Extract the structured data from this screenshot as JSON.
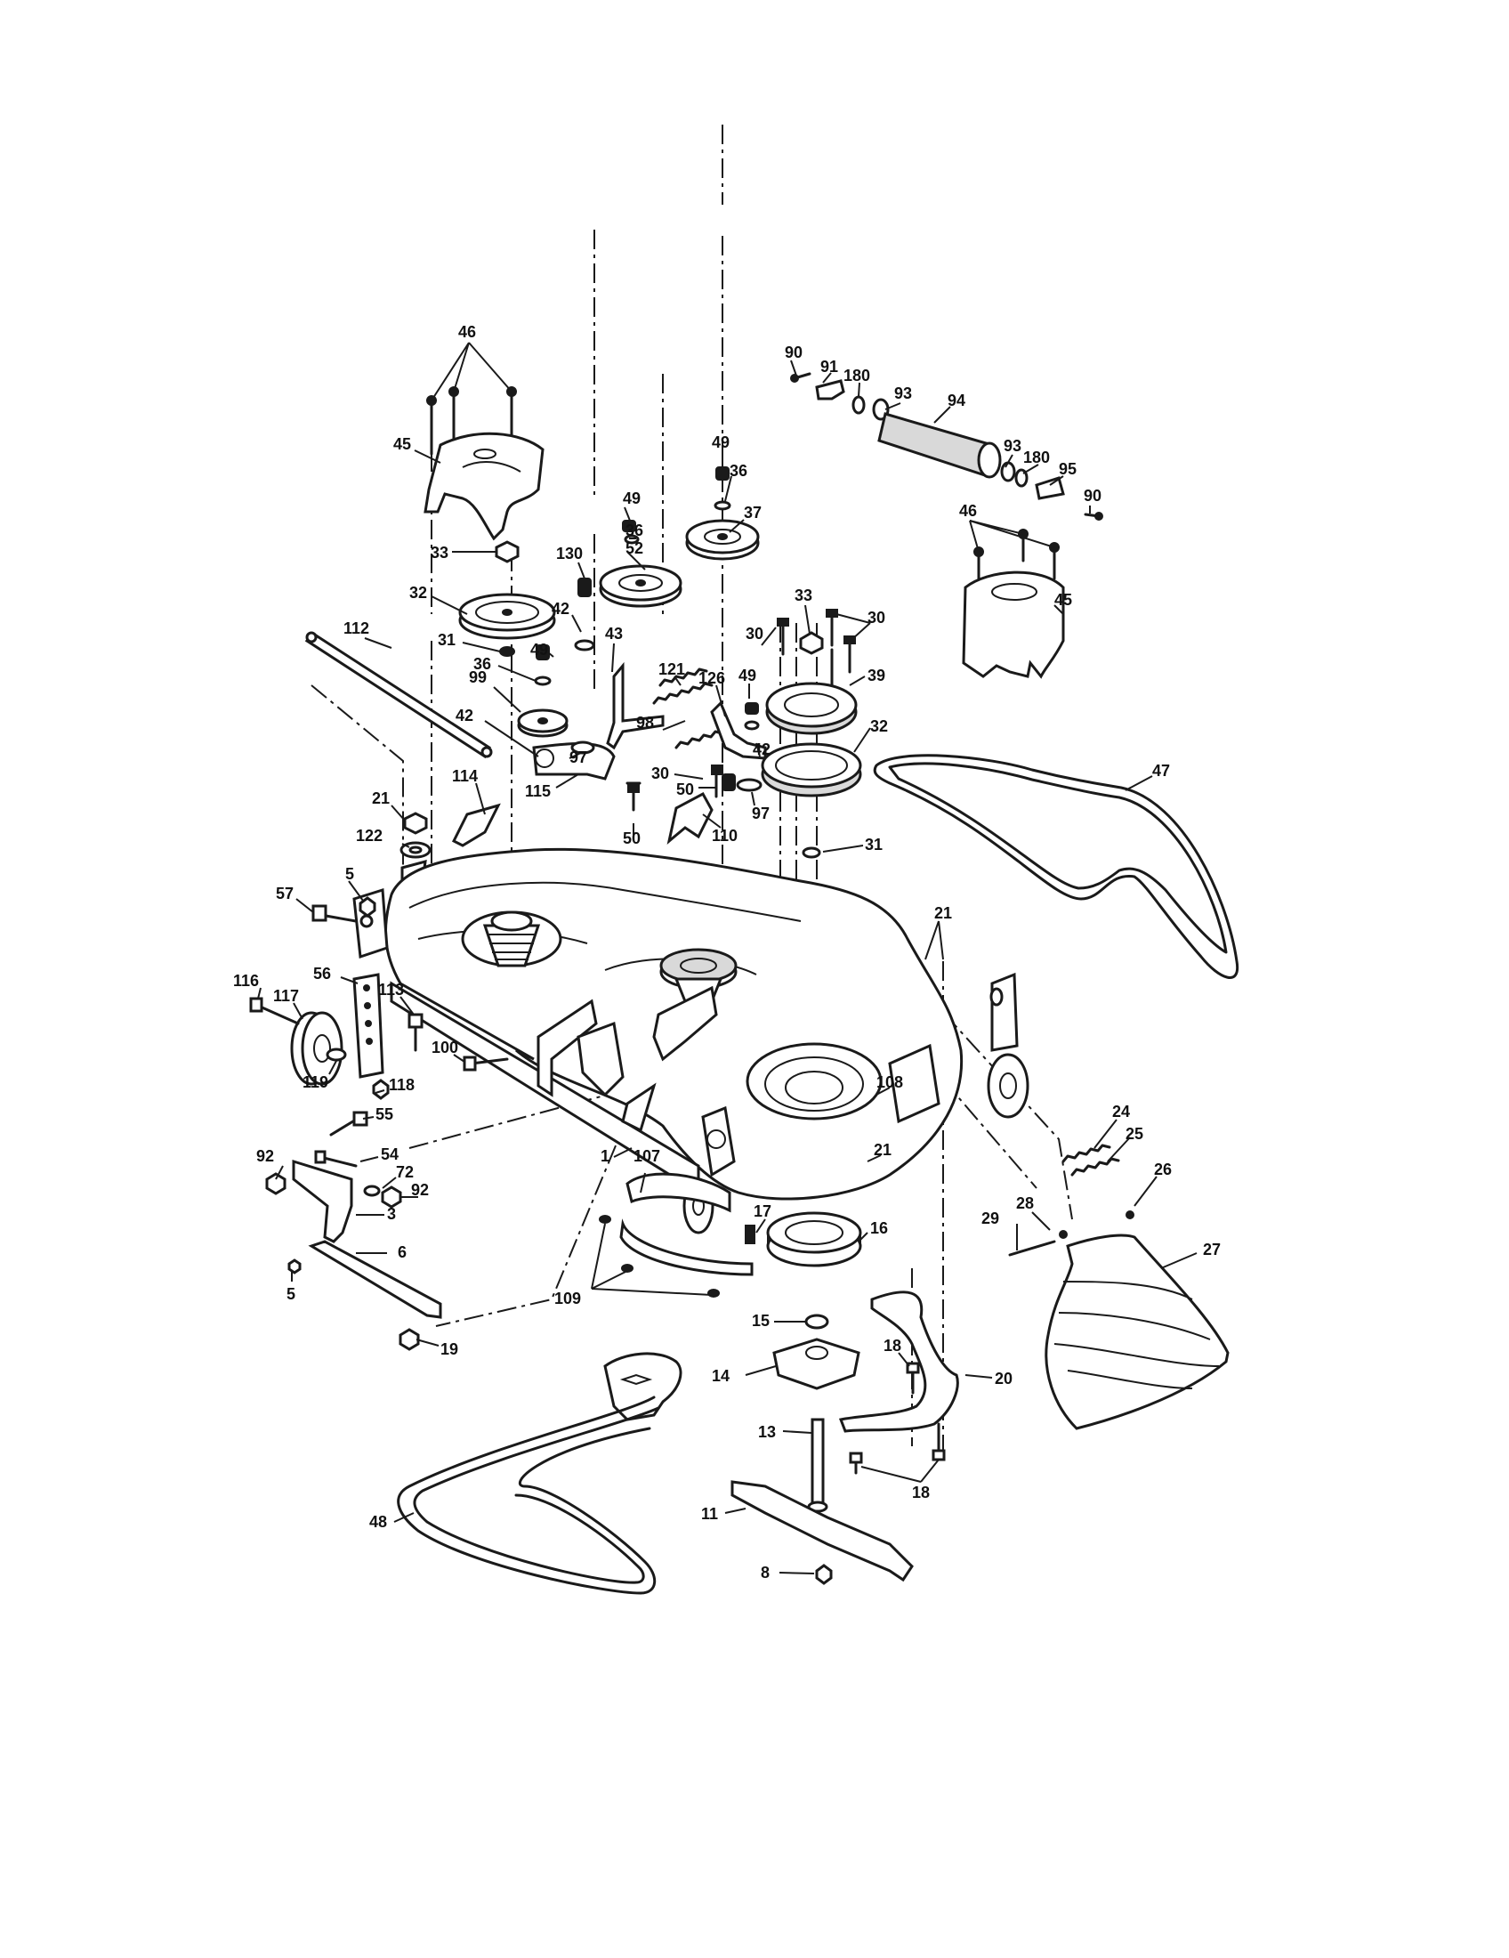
{
  "callouts": [
    {
      "id": "c46a",
      "text": "46"
    },
    {
      "id": "c45a",
      "text": "45"
    },
    {
      "id": "c33a",
      "text": "33"
    },
    {
      "id": "c32a",
      "text": "32"
    },
    {
      "id": "c31a",
      "text": "31"
    },
    {
      "id": "c36a",
      "text": "36"
    },
    {
      "id": "c49a",
      "text": "49"
    },
    {
      "id": "c99",
      "text": "99"
    },
    {
      "id": "c42a",
      "text": "42"
    },
    {
      "id": "c97a",
      "text": "97"
    },
    {
      "id": "c115",
      "text": "115"
    },
    {
      "id": "c112",
      "text": "112"
    },
    {
      "id": "c130",
      "text": "130"
    },
    {
      "id": "c42b",
      "text": "42"
    },
    {
      "id": "c43",
      "text": "43"
    },
    {
      "id": "c49b",
      "text": "49"
    },
    {
      "id": "c36b",
      "text": "36"
    },
    {
      "id": "c52",
      "text": "52"
    },
    {
      "id": "c49c",
      "text": "49"
    },
    {
      "id": "c36c",
      "text": "36"
    },
    {
      "id": "c37",
      "text": "37"
    },
    {
      "id": "c121",
      "text": "121"
    },
    {
      "id": "c98",
      "text": "98"
    },
    {
      "id": "c126",
      "text": "126"
    },
    {
      "id": "c49d",
      "text": "49"
    },
    {
      "id": "c42c",
      "text": "42"
    },
    {
      "id": "c50a",
      "text": "50"
    },
    {
      "id": "c50b",
      "text": "50"
    },
    {
      "id": "c30a",
      "text": "30"
    },
    {
      "id": "c97b",
      "text": "97"
    },
    {
      "id": "c110",
      "text": "110"
    },
    {
      "id": "c30b",
      "text": "30"
    },
    {
      "id": "c33b",
      "text": "33"
    },
    {
      "id": "c30c",
      "text": "30"
    },
    {
      "id": "c39",
      "text": "39"
    },
    {
      "id": "c32b",
      "text": "32"
    },
    {
      "id": "c31b",
      "text": "31"
    },
    {
      "id": "c90a",
      "text": "90"
    },
    {
      "id": "c91",
      "text": "91"
    },
    {
      "id": "c180a",
      "text": "180"
    },
    {
      "id": "c93a",
      "text": "93"
    },
    {
      "id": "c94",
      "text": "94"
    },
    {
      "id": "c93b",
      "text": "93"
    },
    {
      "id": "c180b",
      "text": "180"
    },
    {
      "id": "c95",
      "text": "95"
    },
    {
      "id": "c90b",
      "text": "90"
    },
    {
      "id": "c46b",
      "text": "46"
    },
    {
      "id": "c45b",
      "text": "45"
    },
    {
      "id": "c47",
      "text": "47"
    },
    {
      "id": "c114",
      "text": "114"
    },
    {
      "id": "c21a",
      "text": "21"
    },
    {
      "id": "c122",
      "text": "122"
    },
    {
      "id": "c5a",
      "text": "5"
    },
    {
      "id": "c57",
      "text": "57"
    },
    {
      "id": "c56",
      "text": "56"
    },
    {
      "id": "c116",
      "text": "116"
    },
    {
      "id": "c117",
      "text": "117"
    },
    {
      "id": "c113",
      "text": "113"
    },
    {
      "id": "c100",
      "text": "100"
    },
    {
      "id": "c119",
      "text": "119"
    },
    {
      "id": "c118",
      "text": "118"
    },
    {
      "id": "c21b",
      "text": "21"
    },
    {
      "id": "c108",
      "text": "108"
    },
    {
      "id": "c21c",
      "text": "21"
    },
    {
      "id": "c1",
      "text": "1"
    },
    {
      "id": "c107",
      "text": "107"
    },
    {
      "id": "c55",
      "text": "55"
    },
    {
      "id": "c92a",
      "text": "92"
    },
    {
      "id": "c54",
      "text": "54"
    },
    {
      "id": "c72",
      "text": "72"
    },
    {
      "id": "c92b",
      "text": "92"
    },
    {
      "id": "c3",
      "text": "3"
    },
    {
      "id": "c6",
      "text": "6"
    },
    {
      "id": "c5b",
      "text": "5"
    },
    {
      "id": "c19",
      "text": "19"
    },
    {
      "id": "c17",
      "text": "17"
    },
    {
      "id": "c16",
      "text": "16"
    },
    {
      "id": "c109",
      "text": "109"
    },
    {
      "id": "c15",
      "text": "15"
    },
    {
      "id": "c14",
      "text": "14"
    },
    {
      "id": "c18a",
      "text": "18"
    },
    {
      "id": "c20",
      "text": "20"
    },
    {
      "id": "c13",
      "text": "13"
    },
    {
      "id": "c18b",
      "text": "18"
    },
    {
      "id": "c11",
      "text": "11"
    },
    {
      "id": "c8",
      "text": "8"
    },
    {
      "id": "c48",
      "text": "48"
    },
    {
      "id": "c24",
      "text": "24"
    },
    {
      "id": "c25",
      "text": "25"
    },
    {
      "id": "c26",
      "text": "26"
    },
    {
      "id": "c28",
      "text": "28"
    },
    {
      "id": "c29",
      "text": "29"
    },
    {
      "id": "c27",
      "text": "27"
    }
  ]
}
